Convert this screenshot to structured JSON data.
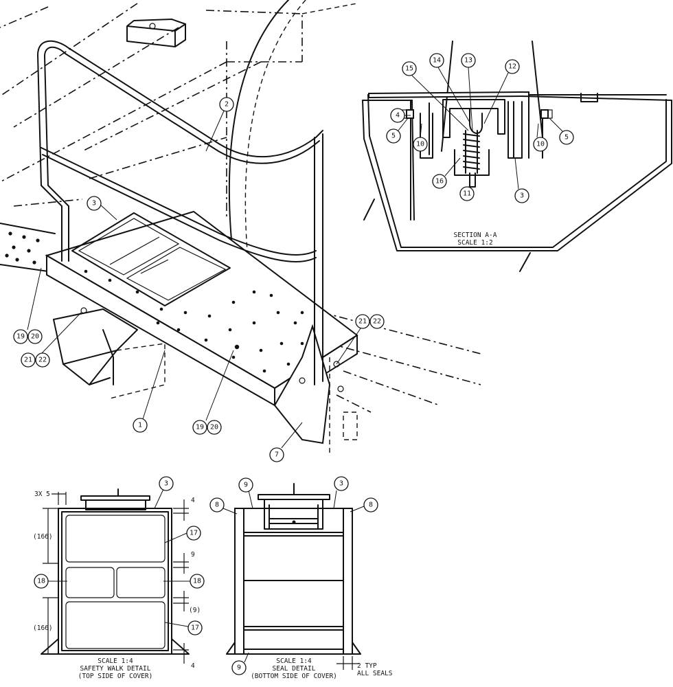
{
  "balloons": {
    "main": {
      "b1": "1",
      "b2": "2",
      "b3": "3",
      "b7": "7",
      "b19a": "19",
      "b20a": "20",
      "b21a": "21",
      "b22a": "22",
      "b19b": "19",
      "b20b": "20",
      "b21b": "21",
      "b22b": "22"
    },
    "section": {
      "b4": "4",
      "b5a": "5",
      "b5b": "5",
      "b10a": "10",
      "b10b": "10",
      "b12": "12",
      "b13": "13",
      "b14": "14",
      "b15": "15",
      "b16": "16",
      "b11": "11",
      "b3": "3"
    },
    "walk": {
      "b3": "3",
      "b17a": "17",
      "b17b": "17",
      "b18a": "18",
      "b18b": "18"
    },
    "seal": {
      "b9a": "9",
      "b9b": "9",
      "b3": "3",
      "b8a": "8",
      "b8b": "8"
    }
  },
  "section_view": {
    "title": "SECTION  A-A",
    "scale": "SCALE  1:2"
  },
  "walk_detail": {
    "scale": "SCALE  1:4",
    "title": "SAFETY WALK DETAIL",
    "subtitle": "(TOP SIDE OF COVER)",
    "dims": {
      "offset": "3X 5",
      "top_height": "(166)",
      "bottom_height": "(166)",
      "top_gap": "4",
      "mid_gap": "9",
      "mid_gap2": "(9)",
      "bottom_gap": "4"
    }
  },
  "seal_detail": {
    "scale": "SCALE  1:4",
    "title": "SEAL DETAIL",
    "subtitle": "(BOTTOM SIDE OF COVER)",
    "note_line1": "2 TYP",
    "note_line2": "ALL SEALS"
  }
}
